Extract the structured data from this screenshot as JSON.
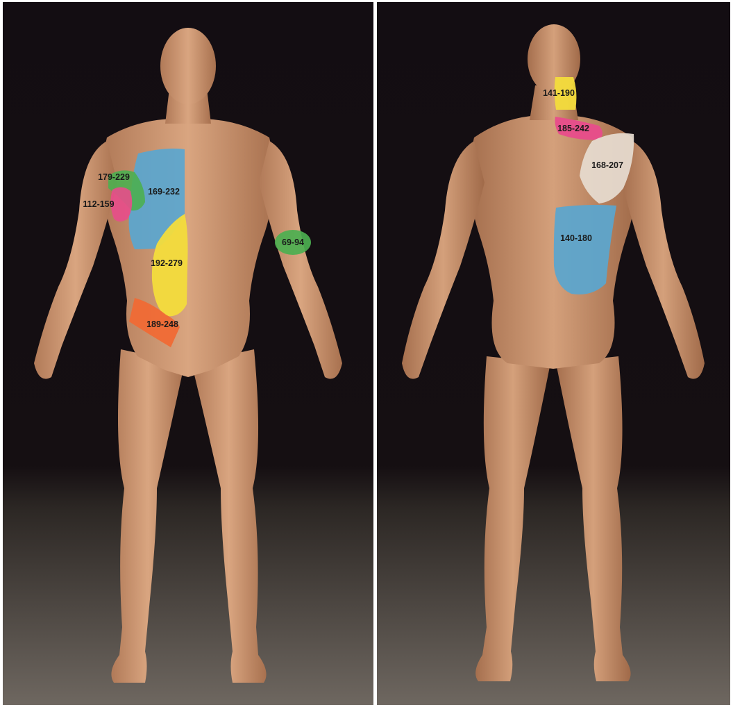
{
  "front_view": {
    "regions": [
      {
        "id": "front-chest",
        "label": "169-232",
        "color": "#5aa6cf"
      },
      {
        "id": "front-shoulder-green",
        "label": "179-229",
        "color": "#4caf50"
      },
      {
        "id": "front-upper-arm-pink",
        "label": "112-159",
        "color": "#e84c8b"
      },
      {
        "id": "front-forearm",
        "label": "69-94",
        "color": "#4caf50"
      },
      {
        "id": "front-abdomen",
        "label": "192-279",
        "color": "#f3dc3c"
      },
      {
        "id": "front-groin",
        "label": "189-248",
        "color": "#f06a35"
      }
    ]
  },
  "back_view": {
    "regions": [
      {
        "id": "back-neck",
        "label": "141-190",
        "color": "#f3dc3c"
      },
      {
        "id": "back-upper-shoulder",
        "label": "185-242",
        "color": "#e84c8b"
      },
      {
        "id": "back-scapula",
        "label": "168-207",
        "color": "#e6dcd0"
      },
      {
        "id": "back-lower",
        "label": "140-180",
        "color": "#5aa6cf"
      }
    ]
  }
}
